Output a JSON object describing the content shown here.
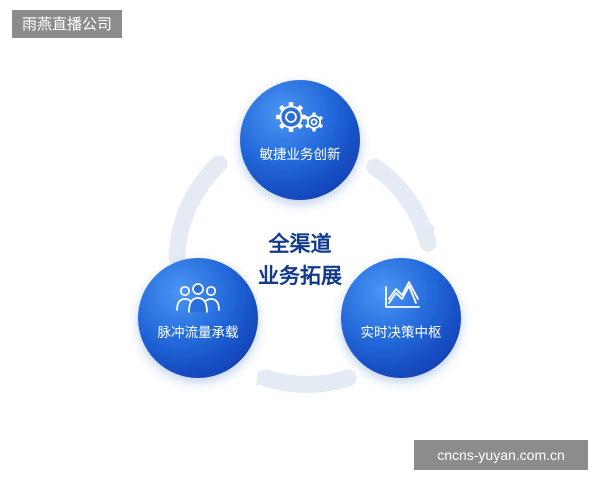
{
  "header": {
    "brand_tag": "雨燕直播公司"
  },
  "diagram": {
    "center": {
      "line1": "全渠道",
      "line2": "业务拓展"
    },
    "nodes": [
      {
        "label": "敏捷业务创新",
        "icon": "gears-icon"
      },
      {
        "label": "实时决策中枢",
        "icon": "trend-chart-icon"
      },
      {
        "label": "脉冲流量承载",
        "icon": "people-group-icon"
      }
    ],
    "colors": {
      "node_light": "#3d8af0",
      "node_dark": "#0f3fb3",
      "center_text": "#123a8c",
      "arc": "#e4ebf5"
    }
  },
  "footer": {
    "watermark": "cncns-yuyan.com.cn"
  }
}
